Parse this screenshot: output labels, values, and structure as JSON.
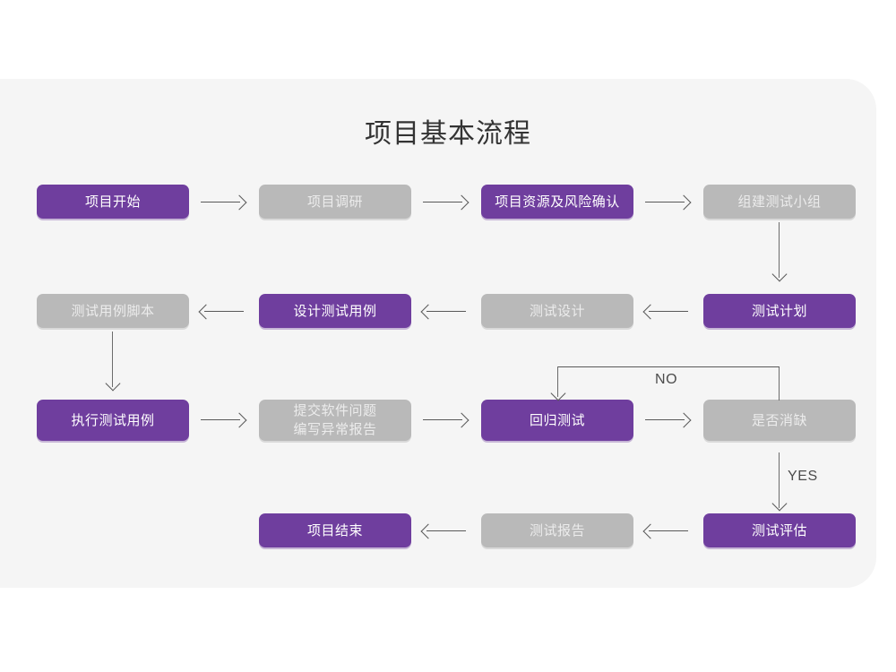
{
  "diagram": {
    "title": "项目基本流程",
    "colors": {
      "accent_purple": "#6f3e9e",
      "muted_gray": "#b9b9b9",
      "panel_bg": "#f5f5f5",
      "page_bg": "#ffffff",
      "connector": "#595959",
      "title_text": "#333333",
      "purple_text": "#ffffff",
      "gray_text": "#ececec"
    },
    "nodes": [
      {
        "id": "n1",
        "label": "项目开始",
        "style": "purple",
        "row": 1,
        "col": 1
      },
      {
        "id": "n2",
        "label": "项目调研",
        "style": "gray",
        "row": 1,
        "col": 2
      },
      {
        "id": "n3",
        "label": "项目资源及风险确认",
        "style": "purple",
        "row": 1,
        "col": 3
      },
      {
        "id": "n4",
        "label": "组建测试小组",
        "style": "gray",
        "row": 1,
        "col": 4
      },
      {
        "id": "n5",
        "label": "测试计划",
        "style": "purple",
        "row": 2,
        "col": 4
      },
      {
        "id": "n6",
        "label": "测试设计",
        "style": "gray",
        "row": 2,
        "col": 3
      },
      {
        "id": "n7",
        "label": "设计测试用例",
        "style": "purple",
        "row": 2,
        "col": 2
      },
      {
        "id": "n8",
        "label": "测试用例脚本",
        "style": "gray",
        "row": 2,
        "col": 1
      },
      {
        "id": "n9",
        "label": "执行测试用例",
        "style": "purple",
        "row": 3,
        "col": 1
      },
      {
        "id": "n10",
        "label": "提交软件问题\n编写异常报告",
        "style": "gray",
        "row": 3,
        "col": 2
      },
      {
        "id": "n11",
        "label": "回归测试",
        "style": "purple",
        "row": 3,
        "col": 3
      },
      {
        "id": "n12",
        "label": "是否消缺",
        "style": "gray",
        "row": 3,
        "col": 4
      },
      {
        "id": "n13",
        "label": "测试评估",
        "style": "purple",
        "row": 4,
        "col": 4
      },
      {
        "id": "n14",
        "label": "测试报告",
        "style": "gray",
        "row": 4,
        "col": 3
      },
      {
        "id": "n15",
        "label": "项目结束",
        "style": "purple",
        "row": 4,
        "col": 2
      }
    ],
    "edge_labels": {
      "no": "NO",
      "yes": "YES"
    }
  }
}
